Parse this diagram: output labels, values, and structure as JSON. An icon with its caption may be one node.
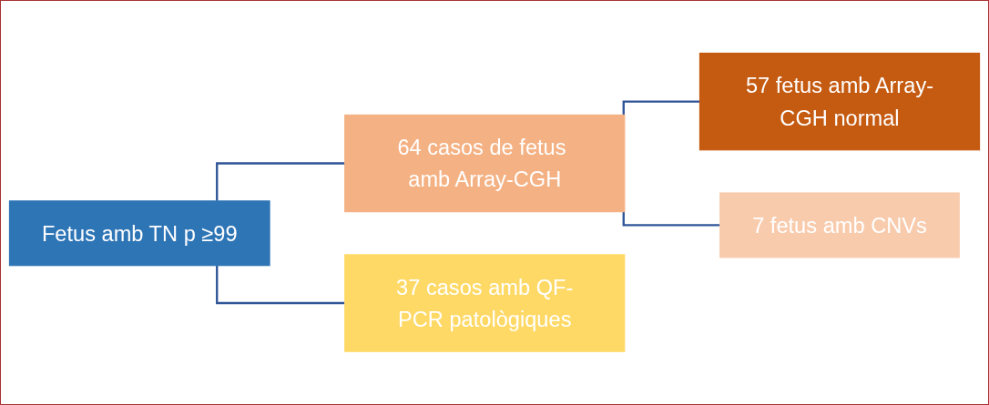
{
  "diagram": {
    "nodes": [
      {
        "text": [
          "Fetus amb TN p ≥99"
        ]
      },
      {
        "text": [
          "64 casos de fetus amb Array-CGH"
        ]
      },
      {
        "text": [
          "57 fetus amb Array-CGH normal"
        ]
      },
      {
        "text": [
          "7 fetus amb CNVs"
        ]
      },
      {
        "text": [
          "37 casos amb QF-PCR patològiques"
        ]
      }
    ],
    "edges": [
      {
        "from": 0,
        "to": 1,
        "arrow": "none"
      },
      {
        "from": 0,
        "to": 4,
        "arrow": "none"
      },
      {
        "from": 1,
        "to": 2,
        "arrow": "none"
      },
      {
        "from": 1,
        "to": 3,
        "arrow": "none"
      }
    ]
  }
}
